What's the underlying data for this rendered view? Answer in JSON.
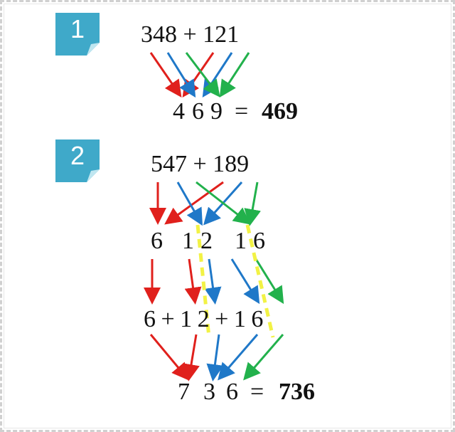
{
  "step1": {
    "badge": "1",
    "problem": "348 + 121",
    "digits": [
      "4",
      "6",
      "9"
    ],
    "equals": "=",
    "answer": "469"
  },
  "step2": {
    "badge": "2",
    "problem": "547 + 189",
    "row1": [
      "6",
      "1",
      "2",
      "1",
      "6"
    ],
    "row2": "6 + 1 2 + 1 6",
    "row3": [
      "7",
      "3",
      "6"
    ],
    "equals": "=",
    "answer": "736"
  },
  "colors": {
    "badge": "#3fa9c9",
    "red": "#e0201c",
    "blue": "#1f78c8",
    "green": "#22b14c",
    "yellow": "#f2f245"
  }
}
